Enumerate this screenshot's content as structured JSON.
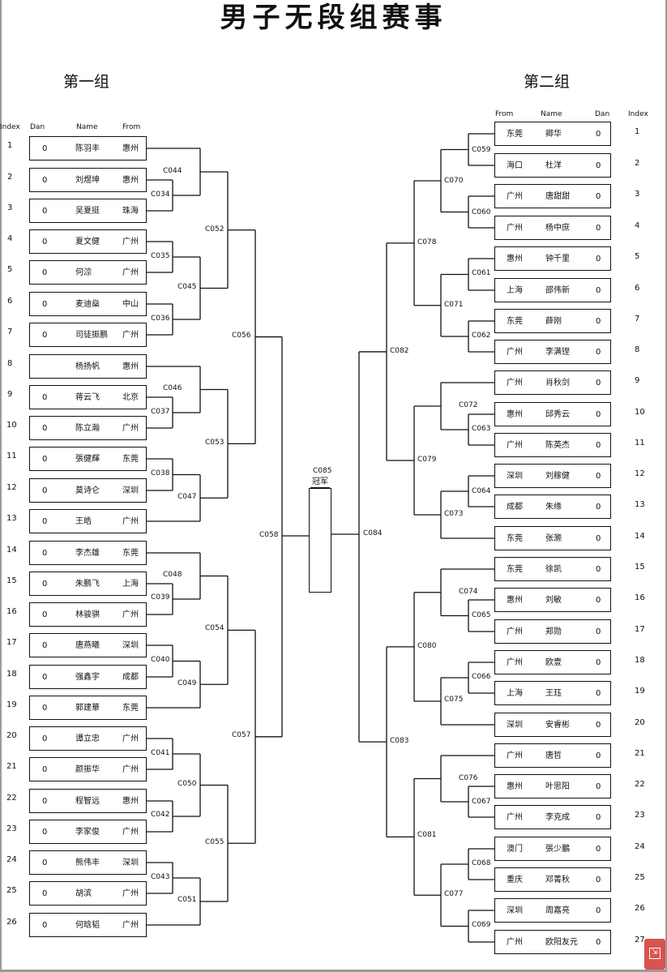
{
  "title": "男子无段组赛事",
  "group1": {
    "title": "第一组",
    "headers": {
      "index": "Index",
      "dan": "Dan",
      "name": "Name",
      "from": "From"
    },
    "players": [
      {
        "index": "1",
        "dan": "0",
        "name": "陈羽丰",
        "from": "惠州"
      },
      {
        "index": "2",
        "dan": "0",
        "name": "刘煜坤",
        "from": "惠州"
      },
      {
        "index": "3",
        "dan": "0",
        "name": "吴夏挺",
        "from": "珠海"
      },
      {
        "index": "4",
        "dan": "0",
        "name": "夏文健",
        "from": "广州"
      },
      {
        "index": "5",
        "dan": "0",
        "name": "何淙",
        "from": "广州"
      },
      {
        "index": "6",
        "dan": "0",
        "name": "麦迪燊",
        "from": "中山"
      },
      {
        "index": "7",
        "dan": "0",
        "name": "司徒振鹏",
        "from": "广州"
      },
      {
        "index": "8",
        "dan": "",
        "name": "杨扬帆",
        "from": "惠州"
      },
      {
        "index": "9",
        "dan": "0",
        "name": "蒋云飞",
        "from": "北京"
      },
      {
        "index": "10",
        "dan": "0",
        "name": "陈立瀚",
        "from": "广州"
      },
      {
        "index": "11",
        "dan": "0",
        "name": "張健輝",
        "from": "东莞"
      },
      {
        "index": "12",
        "dan": "0",
        "name": "莫诗仑",
        "from": "深圳"
      },
      {
        "index": "13",
        "dan": "0",
        "name": "王皓",
        "from": "广州"
      },
      {
        "index": "14",
        "dan": "0",
        "name": "李杰雄",
        "from": "东莞"
      },
      {
        "index": "15",
        "dan": "0",
        "name": "朱鹏飞",
        "from": "上海"
      },
      {
        "index": "16",
        "dan": "0",
        "name": "林骏骐",
        "from": "广州"
      },
      {
        "index": "17",
        "dan": "0",
        "name": "唐燕曦",
        "from": "深圳"
      },
      {
        "index": "18",
        "dan": "0",
        "name": "强鑫宇",
        "from": "成都"
      },
      {
        "index": "19",
        "dan": "0",
        "name": "郭建華",
        "from": "东莞"
      },
      {
        "index": "20",
        "dan": "0",
        "name": "谭立忠",
        "from": "广州"
      },
      {
        "index": "21",
        "dan": "0",
        "name": "颜振华",
        "from": "广州"
      },
      {
        "index": "22",
        "dan": "0",
        "name": "程智远",
        "from": "惠州"
      },
      {
        "index": "23",
        "dan": "0",
        "name": "李家俊",
        "from": "广州"
      },
      {
        "index": "24",
        "dan": "0",
        "name": "熊伟丰",
        "from": "深圳"
      },
      {
        "index": "25",
        "dan": "0",
        "name": "胡滨",
        "from": "广州"
      },
      {
        "index": "26",
        "dan": "0",
        "name": "何晗韬",
        "from": "广州"
      }
    ]
  },
  "group2": {
    "title": "第二组",
    "headers": {
      "from": "From",
      "name": "Name",
      "dan": "Dan",
      "index": "Index"
    },
    "players": [
      {
        "index": "1",
        "dan": "0",
        "name": "卿华",
        "from": "东莞"
      },
      {
        "index": "2",
        "dan": "0",
        "name": "杜洋",
        "from": "海口"
      },
      {
        "index": "3",
        "dan": "0",
        "name": "唐甜甜",
        "from": "广州"
      },
      {
        "index": "4",
        "dan": "0",
        "name": "杨中庶",
        "from": "广州"
      },
      {
        "index": "5",
        "dan": "0",
        "name": "钟千里",
        "from": "惠州"
      },
      {
        "index": "6",
        "dan": "0",
        "name": "邵伟新",
        "from": "上海"
      },
      {
        "index": "7",
        "dan": "0",
        "name": "薛刚",
        "from": "东莞"
      },
      {
        "index": "8",
        "dan": "0",
        "name": "李满铿",
        "from": "广州"
      },
      {
        "index": "9",
        "dan": "0",
        "name": "肖秋剑",
        "from": "广州"
      },
      {
        "index": "10",
        "dan": "0",
        "name": "邱秀云",
        "from": "惠州"
      },
      {
        "index": "11",
        "dan": "0",
        "name": "陈英杰",
        "from": "广州"
      },
      {
        "index": "12",
        "dan": "0",
        "name": "刘稼健",
        "from": "深圳"
      },
      {
        "index": "13",
        "dan": "0",
        "name": "朱缘",
        "from": "成都"
      },
      {
        "index": "14",
        "dan": "0",
        "name": "张灏",
        "from": "东莞"
      },
      {
        "index": "15",
        "dan": "0",
        "name": "徐凯",
        "from": "东莞"
      },
      {
        "index": "16",
        "dan": "0",
        "name": "刘敏",
        "from": "惠州"
      },
      {
        "index": "17",
        "dan": "0",
        "name": "郑勋",
        "from": "广州"
      },
      {
        "index": "18",
        "dan": "0",
        "name": "欧壹",
        "from": "广州"
      },
      {
        "index": "19",
        "dan": "0",
        "name": "王珏",
        "from": "上海"
      },
      {
        "index": "20",
        "dan": "0",
        "name": "安睿彬",
        "from": "深圳"
      },
      {
        "index": "21",
        "dan": "0",
        "name": "唐哲",
        "from": "广州"
      },
      {
        "index": "22",
        "dan": "0",
        "name": "叶思阳",
        "from": "惠州"
      },
      {
        "index": "23",
        "dan": "0",
        "name": "李克成",
        "from": "广州"
      },
      {
        "index": "24",
        "dan": "0",
        "name": "張少鵬",
        "from": "澳门"
      },
      {
        "index": "25",
        "dan": "0",
        "name": "邓菁秋",
        "from": "重庆"
      },
      {
        "index": "26",
        "dan": "0",
        "name": "周嘉亮",
        "from": "深圳"
      },
      {
        "index": "27",
        "dan": "0",
        "name": "欧阳友元",
        "from": "广州"
      }
    ]
  },
  "match_labels": {
    "C034": "C034",
    "C035": "C035",
    "C036": "C036",
    "C037": "C037",
    "C038": "C038",
    "C039": "C039",
    "C040": "C040",
    "C041": "C041",
    "C042": "C042",
    "C043": "C043",
    "C044": "C044",
    "C045": "C045",
    "C046": "C046",
    "C047": "C047",
    "C048": "C048",
    "C049": "C049",
    "C050": "C050",
    "C051": "C051",
    "C052": "C052",
    "C053": "C053",
    "C054": "C054",
    "C055": "C055",
    "C056": "C056",
    "C057": "C057",
    "C058": "C058",
    "C059": "C059",
    "C060": "C060",
    "C061": "C061",
    "C062": "C062",
    "C063": "C063",
    "C064": "C064",
    "C065": "C065",
    "C066": "C066",
    "C067": "C067",
    "C068": "C068",
    "C069": "C069",
    "C070": "C070",
    "C071": "C071",
    "C072": "C072",
    "C073": "C073",
    "C074": "C074",
    "C075": "C075",
    "C076": "C076",
    "C077": "C077",
    "C078": "C078",
    "C079": "C079",
    "C080": "C080",
    "C081": "C081",
    "C082": "C082",
    "C083": "C083",
    "C084": "C084",
    "C085": "C085"
  },
  "champion_label": "冠军",
  "corner_icon": "export-icon"
}
